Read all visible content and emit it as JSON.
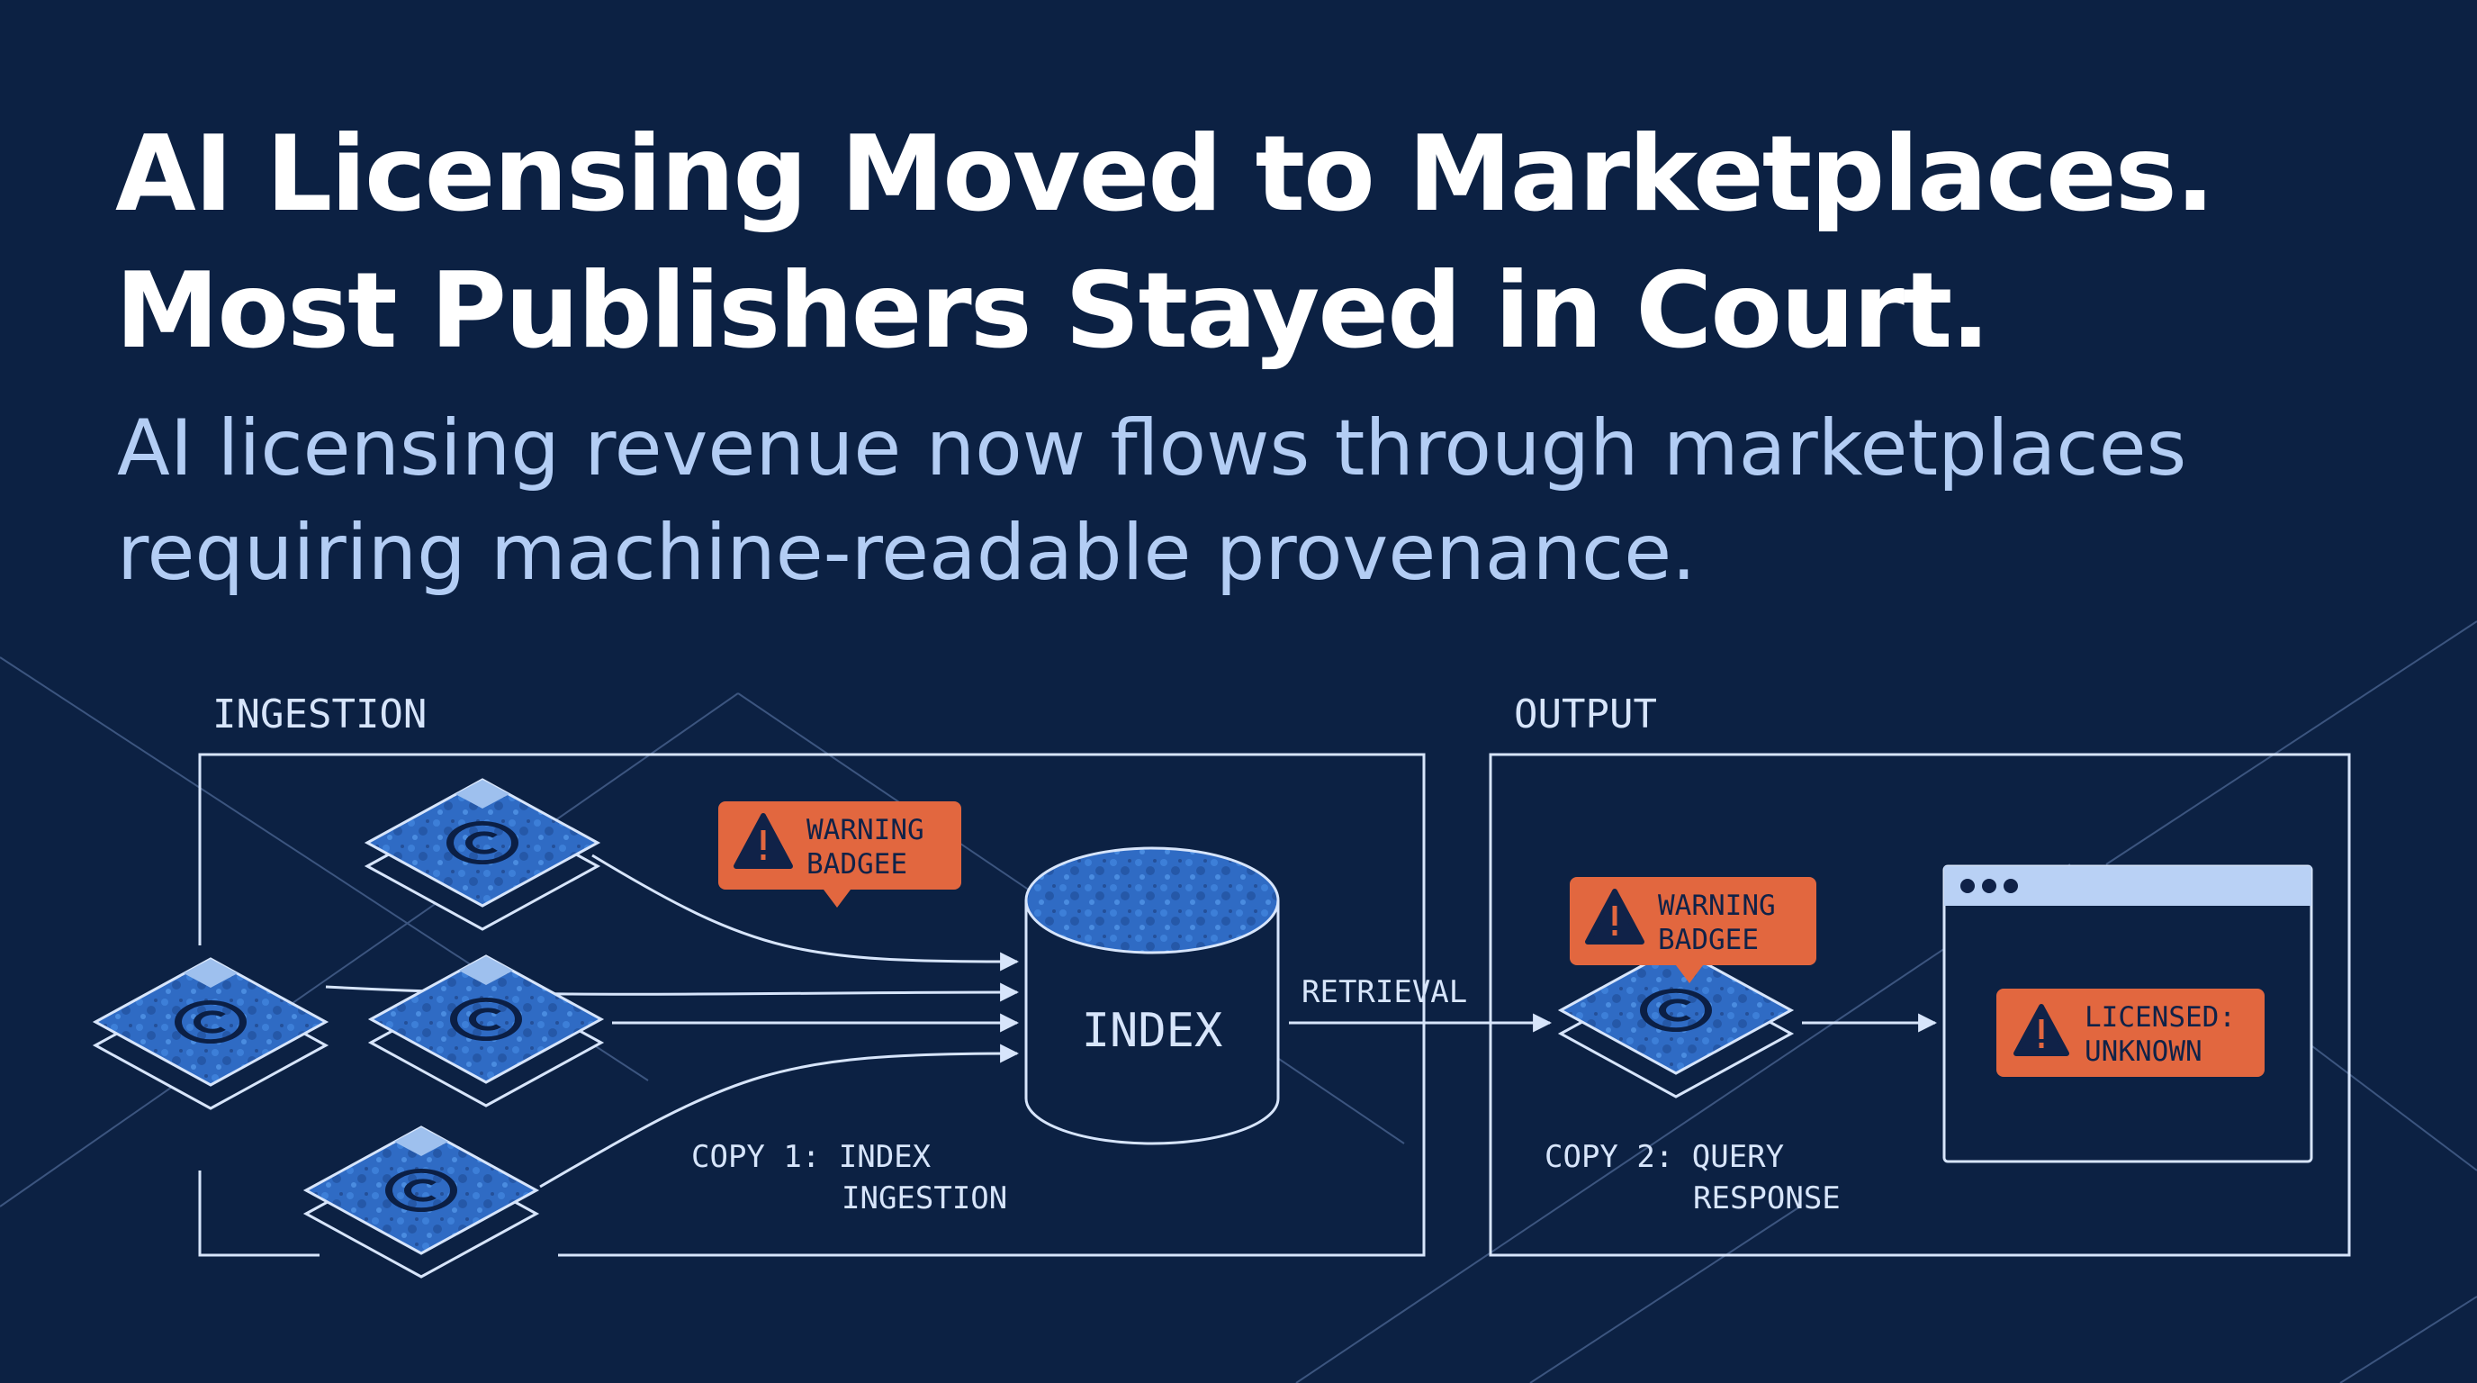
{
  "header": {
    "title_lines": [
      "AI Licensing Moved to Marketplaces.",
      "Most Publishers Stayed in Court."
    ],
    "subtitle_lines": [
      "AI licensing revenue now flows through marketplaces",
      "requiring machine-readable provenance."
    ]
  },
  "diagram": {
    "ingestion_label": "INGESTION",
    "output_label": "OUTPUT",
    "index_label": "INDEX",
    "retrieval_label": "RETRIEVAL",
    "copy1_lines": [
      "COPY 1: INDEX",
      "INGESTION"
    ],
    "copy2_lines": [
      "COPY 2: QUERY",
      "RESPONSE"
    ],
    "warning1_lines": [
      "WARNING",
      "BADGEE"
    ],
    "warning2_lines": [
      "WARNING",
      "BADGEE"
    ],
    "licensed_lines": [
      "LICENSED:",
      "UNKNOWN"
    ],
    "document_icon": "copyright-document-icon",
    "warning_icon": "warning-triangle-icon"
  },
  "colors": {
    "background": "#0c2143",
    "title": "#ffffff",
    "subtitle": "#b3cdf4",
    "line": "#d7e5fb",
    "document_fill": "#2f6bc4",
    "warning": "#e2673f",
    "browser_bar": "#b9d1f5"
  }
}
